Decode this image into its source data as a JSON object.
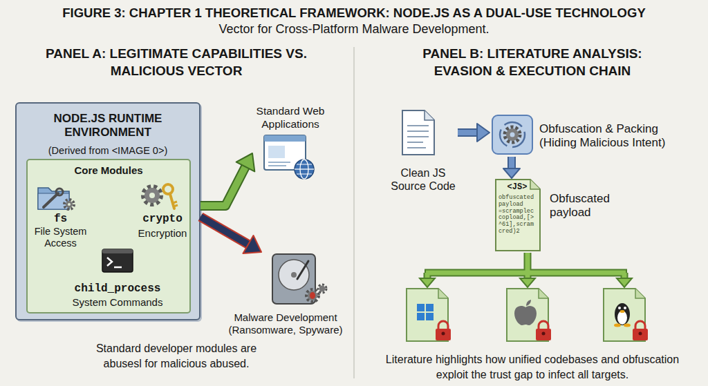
{
  "diagram": {
    "title": "FIGURE 3: CHAPTER 1 THEORETICAL FRAMEWORK: NODE.JS AS A DUAL-USE TECHNOLOGY",
    "nodes": [
      {
        "text": [
          "NODE.JS RUNTIME ENVIRONMENT",
          "(Derived from <IMAGE 0>)"
        ]
      },
      {
        "text": [
          "Core Modules"
        ],
        "in": 0
      },
      {
        "text": [
          "fs",
          "File System Access"
        ],
        "in": 1
      },
      {
        "text": [
          "crypto",
          "Encryption"
        ],
        "in": 1
      },
      {
        "text": [
          "child_process",
          "System Commands"
        ],
        "in": 1
      },
      {
        "text": [
          "Standard Web Applications"
        ]
      },
      {
        "text": [
          "Malware Development (Ransomware, Spyware)"
        ]
      },
      {
        "text": [
          "Clean JS Source Code"
        ]
      },
      {
        "text": [
          "Obfuscation & Packing (Hiding Malicious Intent)"
        ]
      },
      {
        "text": [
          "<JS>",
          "obfuscated payload =scramplec copload,[> ^61],scram cred)2",
          "Obfuscated payload"
        ]
      }
    ],
    "edges": [
      {
        "from": 0,
        "to": 5,
        "arrow": "to"
      },
      {
        "from": 0,
        "to": 6,
        "arrow": "to"
      },
      {
        "from": 7,
        "to": 8,
        "arrow": "to"
      },
      {
        "from": 8,
        "to": 9,
        "arrow": "to"
      }
    ],
    "labels": [
      "Vector for Cross-Platform Malware Development.",
      "PANEL A: LEGITIMATE CAPABILITIES VS. MALICIOUS VECTOR",
      "PANEL B: LITERATURE ANALYSIS: EVASION & EXECUTION CHAIN",
      "Standard developer modules are abusesl for malicious abused.",
      "Literature highlights how unified codebases and obfuscation exploit the trust gap to infect all targets."
    ]
  }
}
